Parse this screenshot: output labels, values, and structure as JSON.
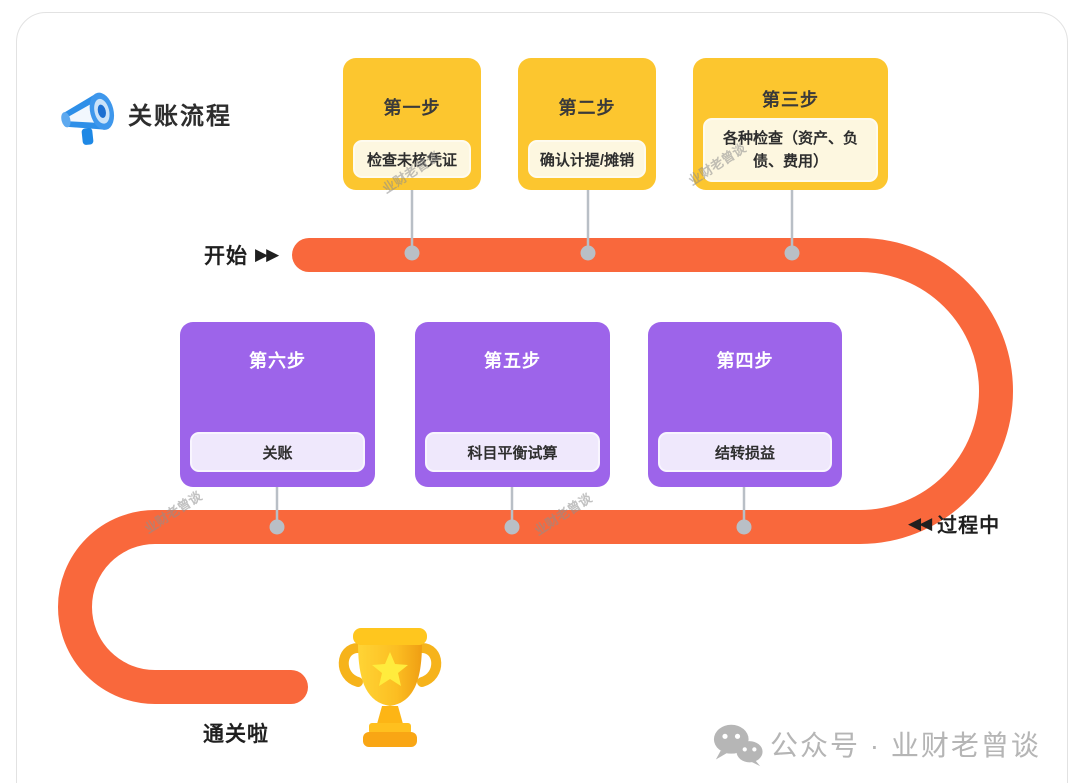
{
  "header": {
    "title": "关账流程"
  },
  "flow": {
    "start_label": "开始",
    "start_arrows": "▶▶",
    "progress_arrows": "◀◀",
    "progress_label": "过程中",
    "finish_label": "通关啦"
  },
  "top_steps": [
    {
      "title": "第一步",
      "detail": "检查未核凭证"
    },
    {
      "title": "第二步",
      "detail": "确认计提/摊销"
    },
    {
      "title": "第三步",
      "detail": "各种检查（资产、负债、费用）"
    }
  ],
  "bottom_steps": [
    {
      "title": "第六步",
      "detail": "关账"
    },
    {
      "title": "第五步",
      "detail": "科目平衡试算"
    },
    {
      "title": "第四步",
      "detail": "结转损益"
    }
  ],
  "watermark": "业财老曾谈",
  "footer": {
    "text": "公众号 · 业财老曾谈"
  },
  "colors": {
    "path_orange": "#F9683C",
    "card_yellow": "#FCC62F",
    "card_purple": "#9D64EA",
    "inner_cream": "#FDF7E0",
    "inner_lavender": "#EFE8FC",
    "connector_gray": "#B9BFC6"
  }
}
